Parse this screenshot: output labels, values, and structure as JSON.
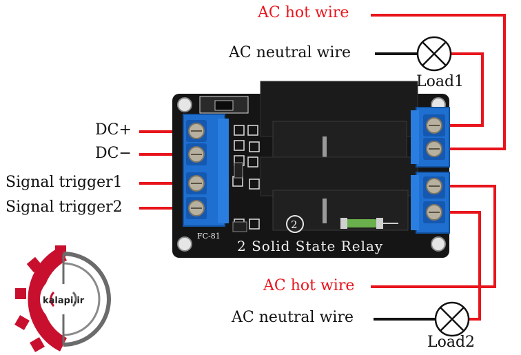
{
  "labels": {
    "ac_hot_top": "AC  hot wire",
    "ac_neutral_top": "AC neutral wire",
    "load1": "Load1",
    "dc_plus": "DC+",
    "dc_minus": "DC−",
    "signal1": "Signal trigger1",
    "signal2": "Signal trigger2",
    "ac_hot_bottom": "AC hot wire",
    "ac_neutral_bottom": "AC neutral wire",
    "load2": "Load2"
  },
  "board": {
    "title": "2 Solid State Relay",
    "model": "FC-81",
    "circle_num": "2"
  },
  "logo": {
    "text": "kalapi.ir"
  },
  "colors": {
    "wire_red": "#e8141b",
    "wire_black": "#111111",
    "pcb": "#151515",
    "terminal_blue": "#1f6fd0",
    "relay_black": "#1b1b1b",
    "logo_red": "#c8102e",
    "logo_gray": "#6b6b6b"
  }
}
